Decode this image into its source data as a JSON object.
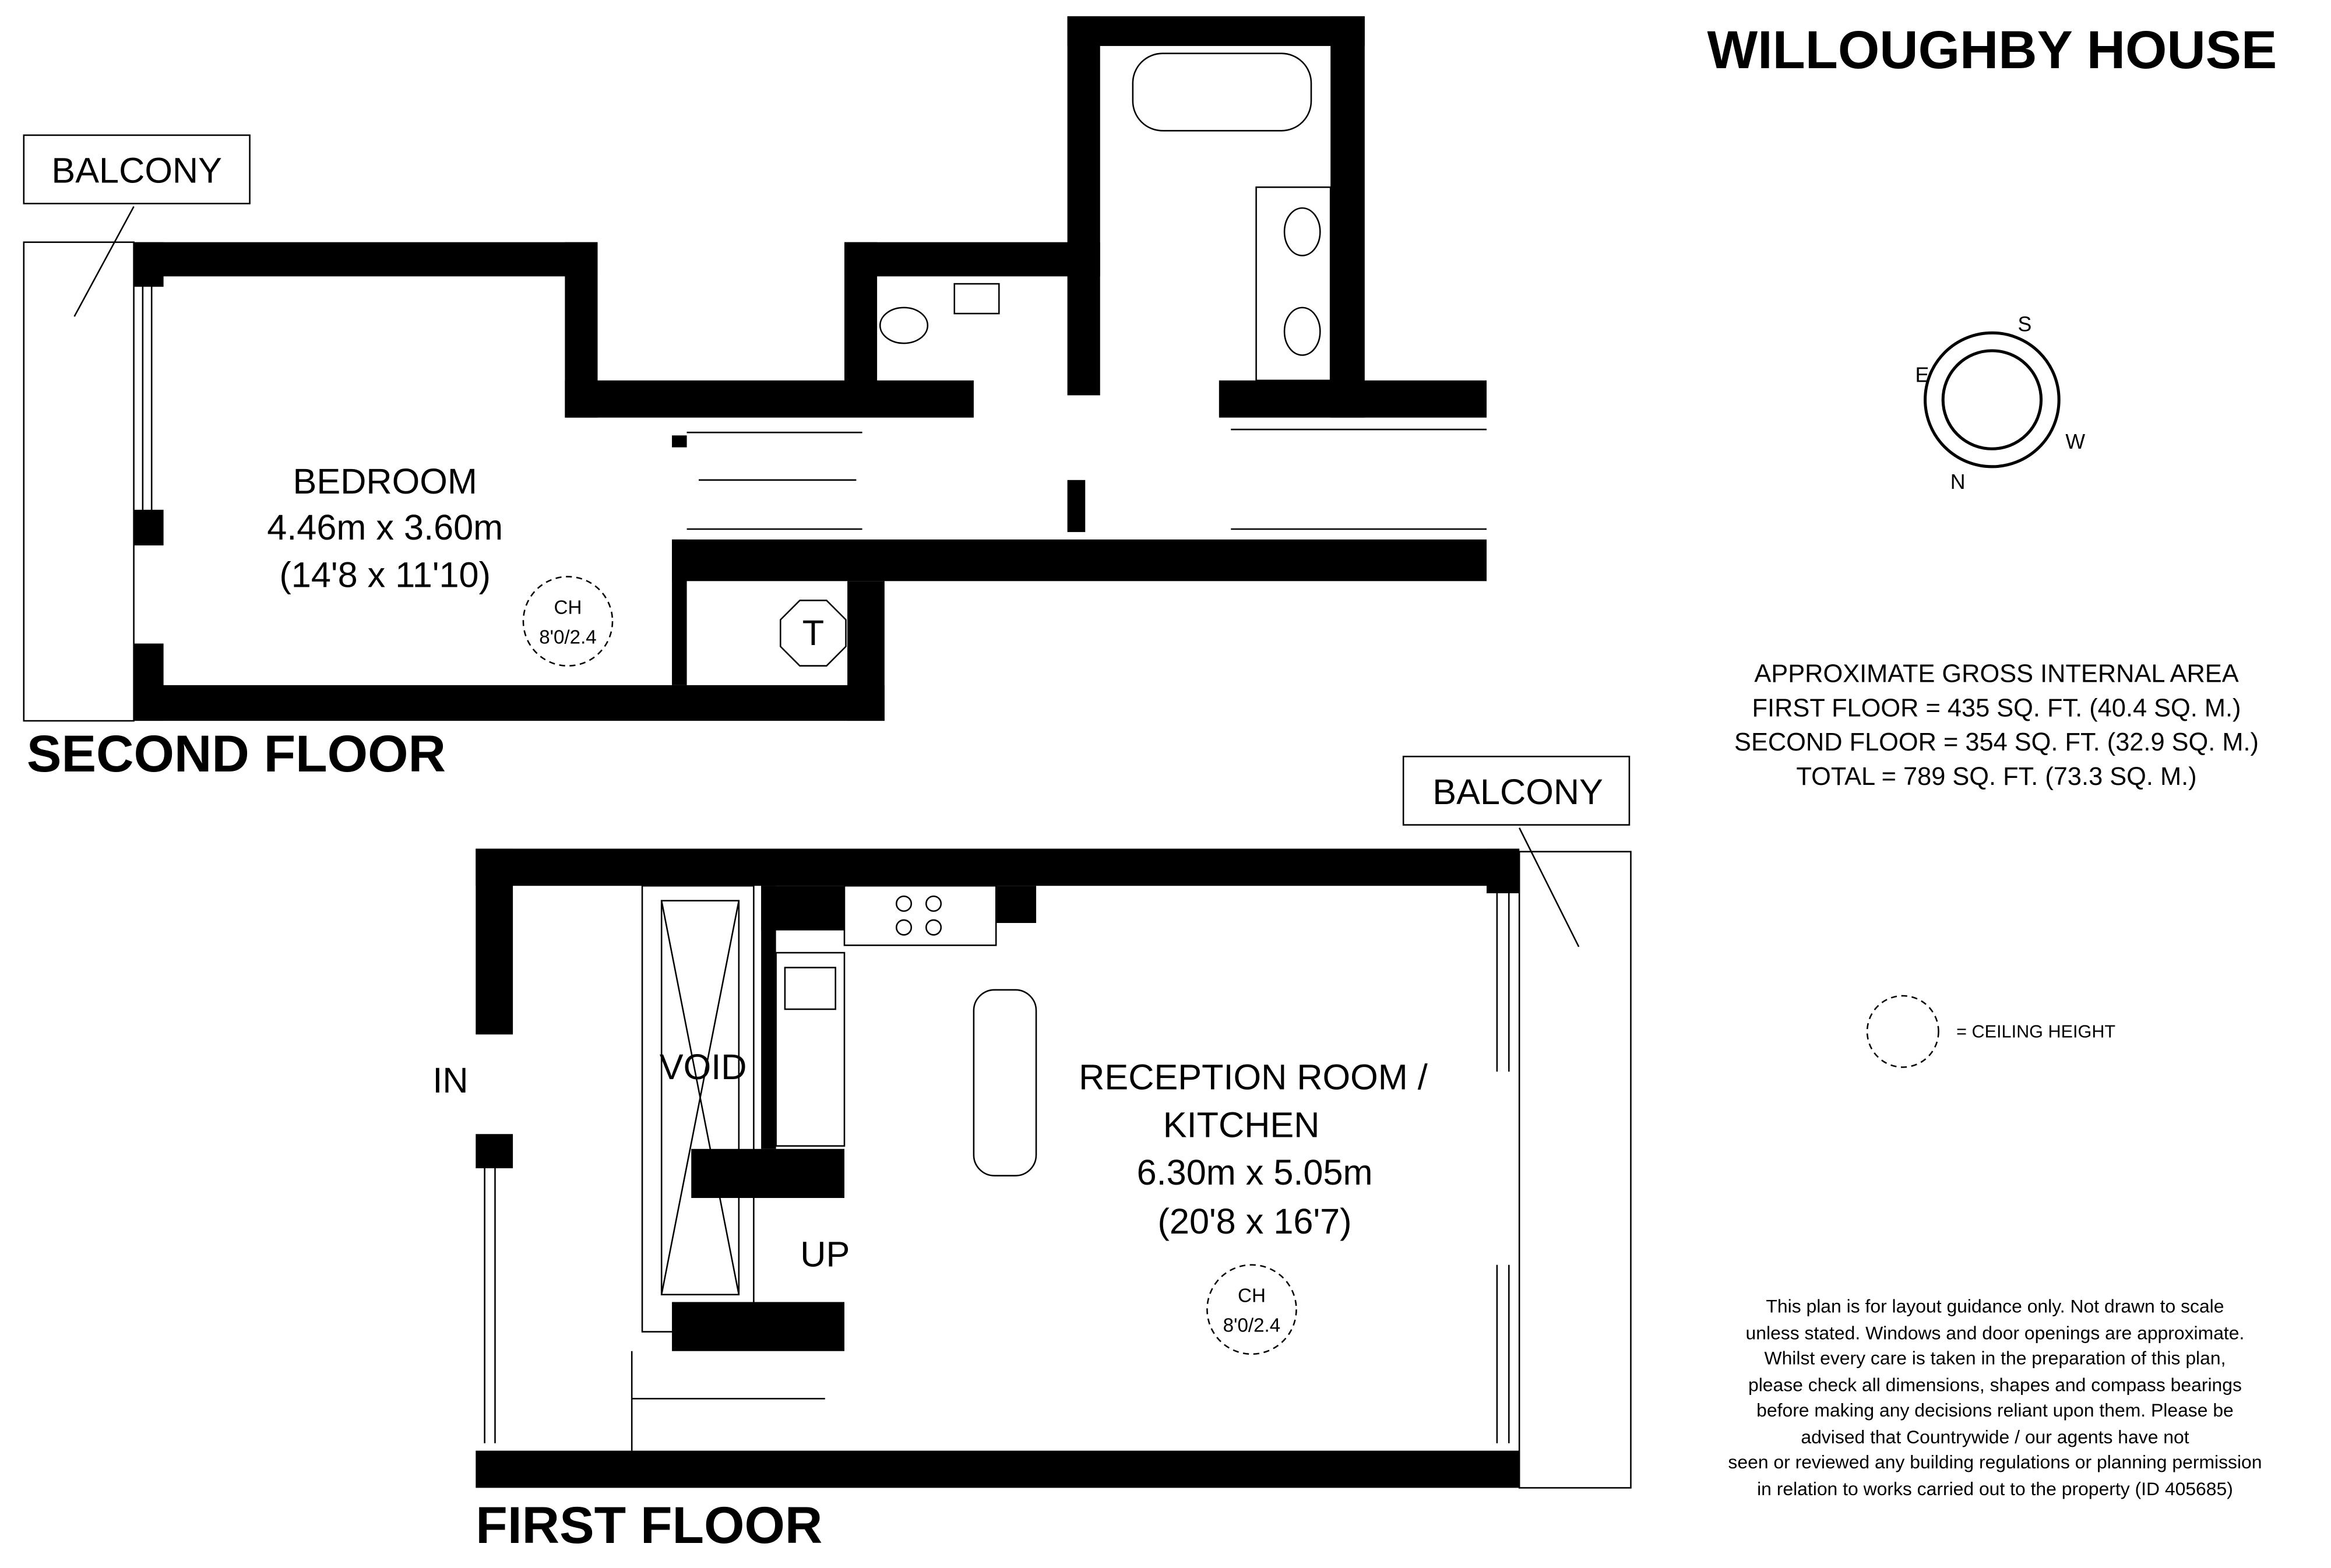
{
  "title": "WILLOUGHBY HOUSE",
  "second_floor": {
    "label": "SECOND FLOOR",
    "balcony_label": "BALCONY",
    "bedroom": {
      "name": "BEDROOM",
      "metric": "4.46m x 3.60m",
      "imperial": "(14'8 x 11'10)"
    },
    "ceiling": {
      "label": "CH",
      "value": "8'0/2.4"
    },
    "tank_label": "T"
  },
  "first_floor": {
    "label": "FIRST FLOOR",
    "balcony_label": "BALCONY",
    "reception": {
      "name_line1": "RECEPTION ROOM /",
      "name_line2": "KITCHEN",
      "metric": "6.30m x 5.05m",
      "imperial": "(20'8 x 16'7)"
    },
    "ceiling": {
      "label": "CH",
      "value": "8'0/2.4"
    },
    "void_label": "VOID",
    "up_label": "UP",
    "entrance_label": "IN"
  },
  "compass": {
    "n": "N",
    "s": "S",
    "e": "E",
    "w": "W"
  },
  "area": {
    "heading": "APPROXIMATE GROSS INTERNAL AREA",
    "first": "FIRST FLOOR = 435 SQ. FT. (40.4 SQ. M.)",
    "second": "SECOND FLOOR  = 354 SQ. FT. (32.9 SQ. M.)",
    "total": "TOTAL = 789 SQ. FT. (73.3 SQ. M.)"
  },
  "legend": {
    "ceiling_height": "= CEILING HEIGHT"
  },
  "disclaimer": [
    "This plan is for layout guidance only. Not drawn to scale",
    "unless stated. Windows and door openings are approximate.",
    "Whilst every care is taken in the preparation of this plan,",
    "please check all dimensions, shapes and compass bearings",
    "before making any decisions reliant upon them. Please be",
    "advised that Countrywide / our agents have not",
    "seen or reviewed any building regulations or planning permission",
    "in relation to works carried out to the property (ID 405685)"
  ]
}
